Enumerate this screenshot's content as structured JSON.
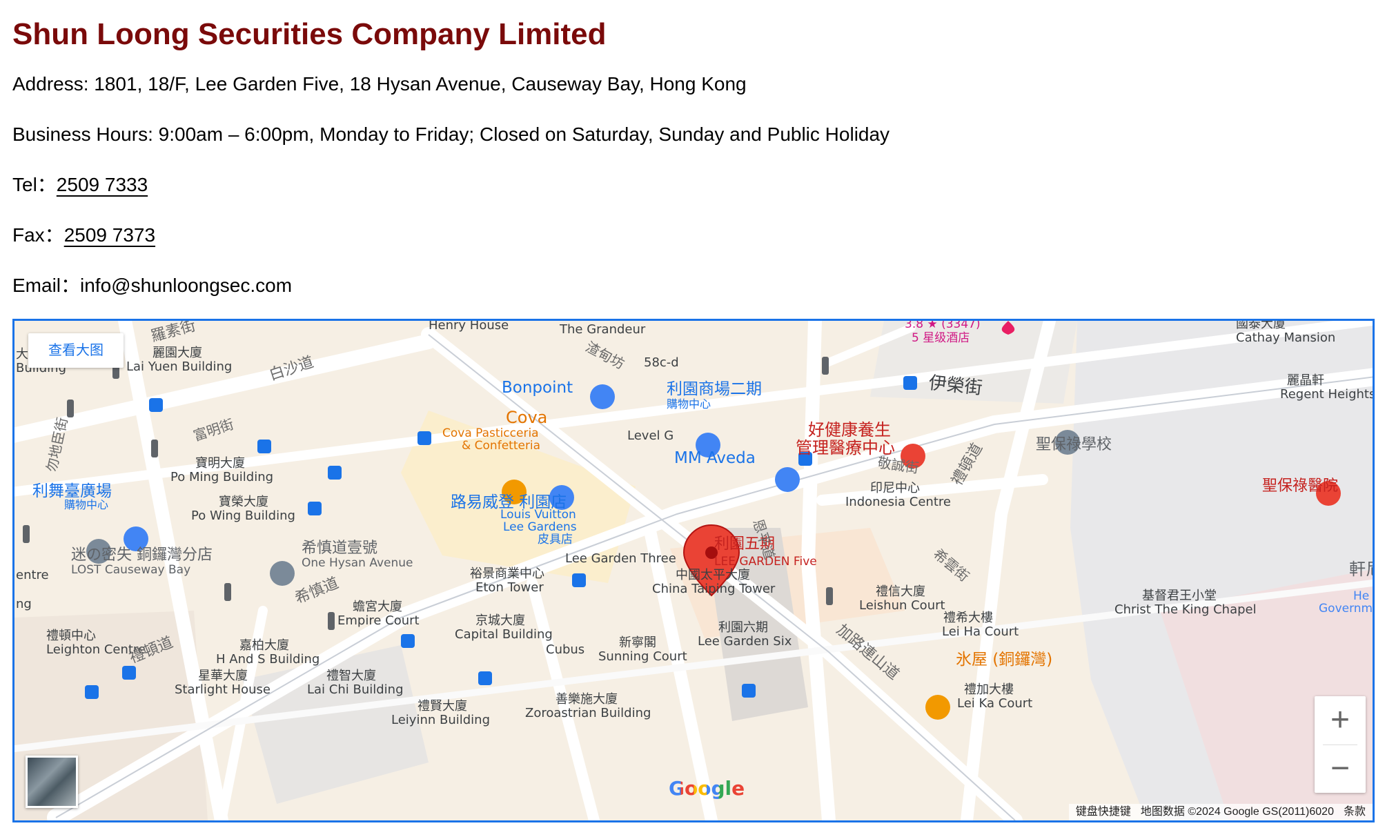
{
  "company": {
    "name": "Shun Loong Securities Company Limited"
  },
  "contact": {
    "address": "Address: 1801, 18/F, Lee Garden Five, 18 Hysan Avenue, Causeway Bay, Hong Kong",
    "hours": "Business Hours: 9:00am – 6:00pm, Monday to Friday; Closed on Saturday, Sunday and Public Holiday",
    "tel_label": "Tel：",
    "tel": "2509 7333",
    "fax_label": "Fax：",
    "fax": "2509 7373",
    "email": "Email：info@shunloongsec.com"
  },
  "map": {
    "view_larger": "查看大图",
    "zoom_in": "+",
    "zoom_out": "−",
    "google": "Google",
    "attribution": {
      "shortcuts": "键盘快捷键",
      "data": "地图数据 ©2024 Google GS(2011)6020",
      "terms": "条款"
    },
    "labels": {
      "lee_garden_five_zh": "利園五期",
      "lee_garden_five_en": "LEE GARDEN Five",
      "henry_house": "Henry House",
      "grandeur": "The Grandeur",
      "hotel_rating": "3.8 ★ (3347)",
      "hotel_class": "5 星级酒店",
      "cathay_zh": "國泰大廈",
      "cathay_en": "Cathay Mansion",
      "regent_zh": "麗晶軒",
      "regent_en": "Regent Heights",
      "lai_yuen_zh": "麗園大廈",
      "lai_yuen_en": "Lai Yuen Building",
      "lo_so_st": "羅素街",
      "pak_sha_rd": "白沙道",
      "yun_ping_rd": "渣甸坊",
      "s58cd": "58c-d",
      "bonpoint": "Bonpoint",
      "lee_garden_two_zh": "利園商場二期",
      "mall": "購物中心",
      "yee_wo_st": "伊榮街",
      "cova": "Cova",
      "cova_sub1": "Cova Pasticceria",
      "cova_sub2": "& Confetteria",
      "level_g": "Level G",
      "health_zh1": "好健康養生",
      "health_zh2": "管理醫療中心",
      "st_pauls_school": "聖保祿學校",
      "fu_ming_st": "富明街",
      "po_ming_zh": "寶明大廈",
      "po_ming_en": "Po Ming Building",
      "mm_aveda": "MM Aveda",
      "king_sing_st": "敬誠街",
      "vuitton_zh": "路易威登 利園店",
      "vuitton_en1": "Louis Vuitton",
      "vuitton_en2": "Lee Gardens",
      "vuitton_sub": "皮具店",
      "indonesia_zh": "印尼中心",
      "indonesia_en": "Indonesia Centre",
      "st_pauls_hospital": "聖保祿醫院",
      "leighton_plaza": "利舞臺廣場",
      "po_wing_zh": "寶榮大廈",
      "po_wing_en": "Po Wing Building",
      "lost_zh": "迷の密失 銅鑼灣分店",
      "lost_en": "LOST Causeway Bay",
      "one_hysan_zh": "希慎道壹號",
      "one_hysan_en": "One Hysan Avenue",
      "lee_garden_three": "Lee Garden Three",
      "eton_zh": "裕景商業中心",
      "eton_en": "Eton Tower",
      "china_taiping_zh": "中國太平大廈",
      "china_taiping_en": "China Taiping Tower",
      "leishun_zh": "禮信大廈",
      "leishun_en": "Leishun Court",
      "christ_king_zh": "基督君王小堂",
      "christ_king_en": "Christ The King Chapel",
      "hysan_ave": "希慎道",
      "empire_zh": "蟾宮大廈",
      "empire_en": "Empire Court",
      "capital_zh": "京城大廈",
      "capital_en": "Capital Building",
      "lee_garden_six_zh": "利園六期",
      "lee_garden_six_en": "Lee Garden Six",
      "lei_ha_zh": "禮希大樓",
      "lei_ha_en": "Lei Ha Court",
      "leighton_centre_zh": "禮頓中心",
      "leighton_centre_en": "Leighton Centre",
      "h_and_s_zh": "嘉柏大廈",
      "h_and_s_en": "H And S Building",
      "cubus": "Cubus",
      "sunning_zh": "新寧閣",
      "sunning_en": "Sunning Court",
      "ice_house": "氷屋 (銅鑼灣)",
      "starlight_zh": "星華大廈",
      "starlight_en": "Starlight House",
      "lai_chi_zh": "禮智大廈",
      "lai_chi_en": "Lai Chi Building",
      "leighton_rd": "禮頓道",
      "lei_ka_zh": "禮加大樓",
      "lei_ka_en": "Lei Ka Court",
      "leiyinn_zh": "禮賢大廈",
      "leiyinn_en": "Leiyinn Building",
      "zoroastrian_zh": "善樂施大廈",
      "zoroastrian_en": "Zoroastrian Building",
      "kai_chiu_rd": "加路連山道",
      "hysan_st": "希雲街",
      "yun_ping_rd2": "恩平道",
      "leighton_rd2": "禮頓道",
      "matheson_st": "勿地臣街",
      "left_edge1": "大廈",
      "left_edge2": "Building",
      "left_edge3": "entre",
      "left_edge4": "ng",
      "right_edge1": "軒尼",
      "right_edge2": "He",
      "right_edge3": "Governm"
    }
  }
}
